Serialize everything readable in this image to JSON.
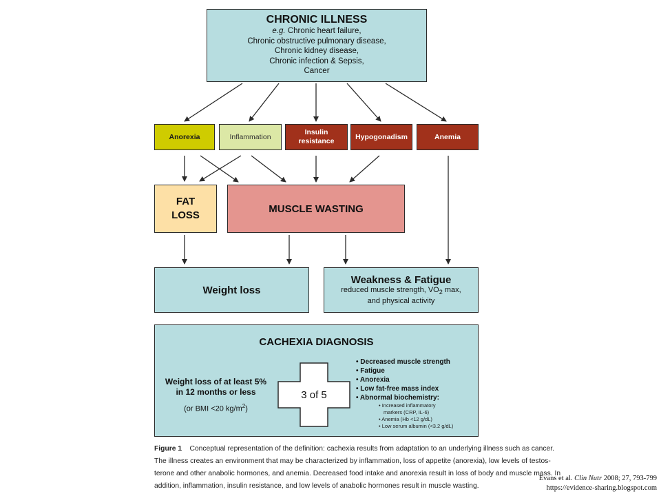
{
  "chronic": {
    "title": "CHRONIC ILLNESS",
    "eg": "e.g.",
    "lines": [
      "Chronic heart failure,",
      "Chronic obstructive pulmonary disease,",
      "Chronic kidney disease,",
      "Chronic infection & Sepsis,",
      "Cancer"
    ]
  },
  "factors": {
    "anorexia": "Anorexia",
    "inflammation": "Inflammation",
    "insulin": "Insulin\nresistance",
    "hypogonadism": "Hypogonadism",
    "anemia": "Anemia"
  },
  "colors": {
    "chronic": "#b7dde0",
    "anorexia": "#cfcc00",
    "inflammation": "#dce8a6",
    "dark_red": "#a1311b",
    "fat_loss": "#fde0a6",
    "muscle_wasting": "#e4958f"
  },
  "outcomes": {
    "fat_loss": "FAT\nLOSS",
    "muscle_wasting": "MUSCLE WASTING",
    "weight_loss": "Weight loss",
    "weakness_title": "Weakness & Fatigue",
    "weakness_line1_pre": "reduced muscle strength, VO",
    "weakness_line1_sub": "2",
    "weakness_line1_post": " max,",
    "weakness_line2": "and physical activity"
  },
  "diagnosis": {
    "title": "CACHEXIA DIAGNOSIS",
    "criterion_line1": "Weight loss of at least 5%",
    "criterion_line2": "in 12 months or less",
    "bmi_pre": "(or BMI <20 kg/m",
    "bmi_sup": "2",
    "bmi_post": ")",
    "threshold": "3 of 5",
    "criteria": [
      "Decreased muscle strength",
      "Fatigue",
      "Anorexia",
      "Low fat-free mass index",
      "Abnormal biochemistry:"
    ],
    "sub_criteria": [
      "Increased inflammatory",
      "markers (CRP, IL-6)",
      "Anemia (Hb <12 g/dL)",
      "Low serum albumin (<3.2 g/dL)"
    ]
  },
  "caption": {
    "label": "Figure 1",
    "line1": "Conceptual representation of the definition: cachexia results from adaptation to an underlying illness such as cancer.",
    "line2": "The illness creates an environment that may be characterized by inflammation, loss of appetite (anorexia), low levels of testos-",
    "line3": "terone and other anabolic hormones, and anemia. Decreased food intake and anorexia result in loss of body and muscle mass. In",
    "line4": "addition, inflammation, insulin resistance, and low levels of anabolic hormones result in muscle wasting."
  },
  "citation": {
    "authors": "Evans et al.",
    "journal": "Clin Nutr",
    "ref": "2008; 27, 793-799",
    "url": "https://evidence-sharing.blogspot.com"
  }
}
